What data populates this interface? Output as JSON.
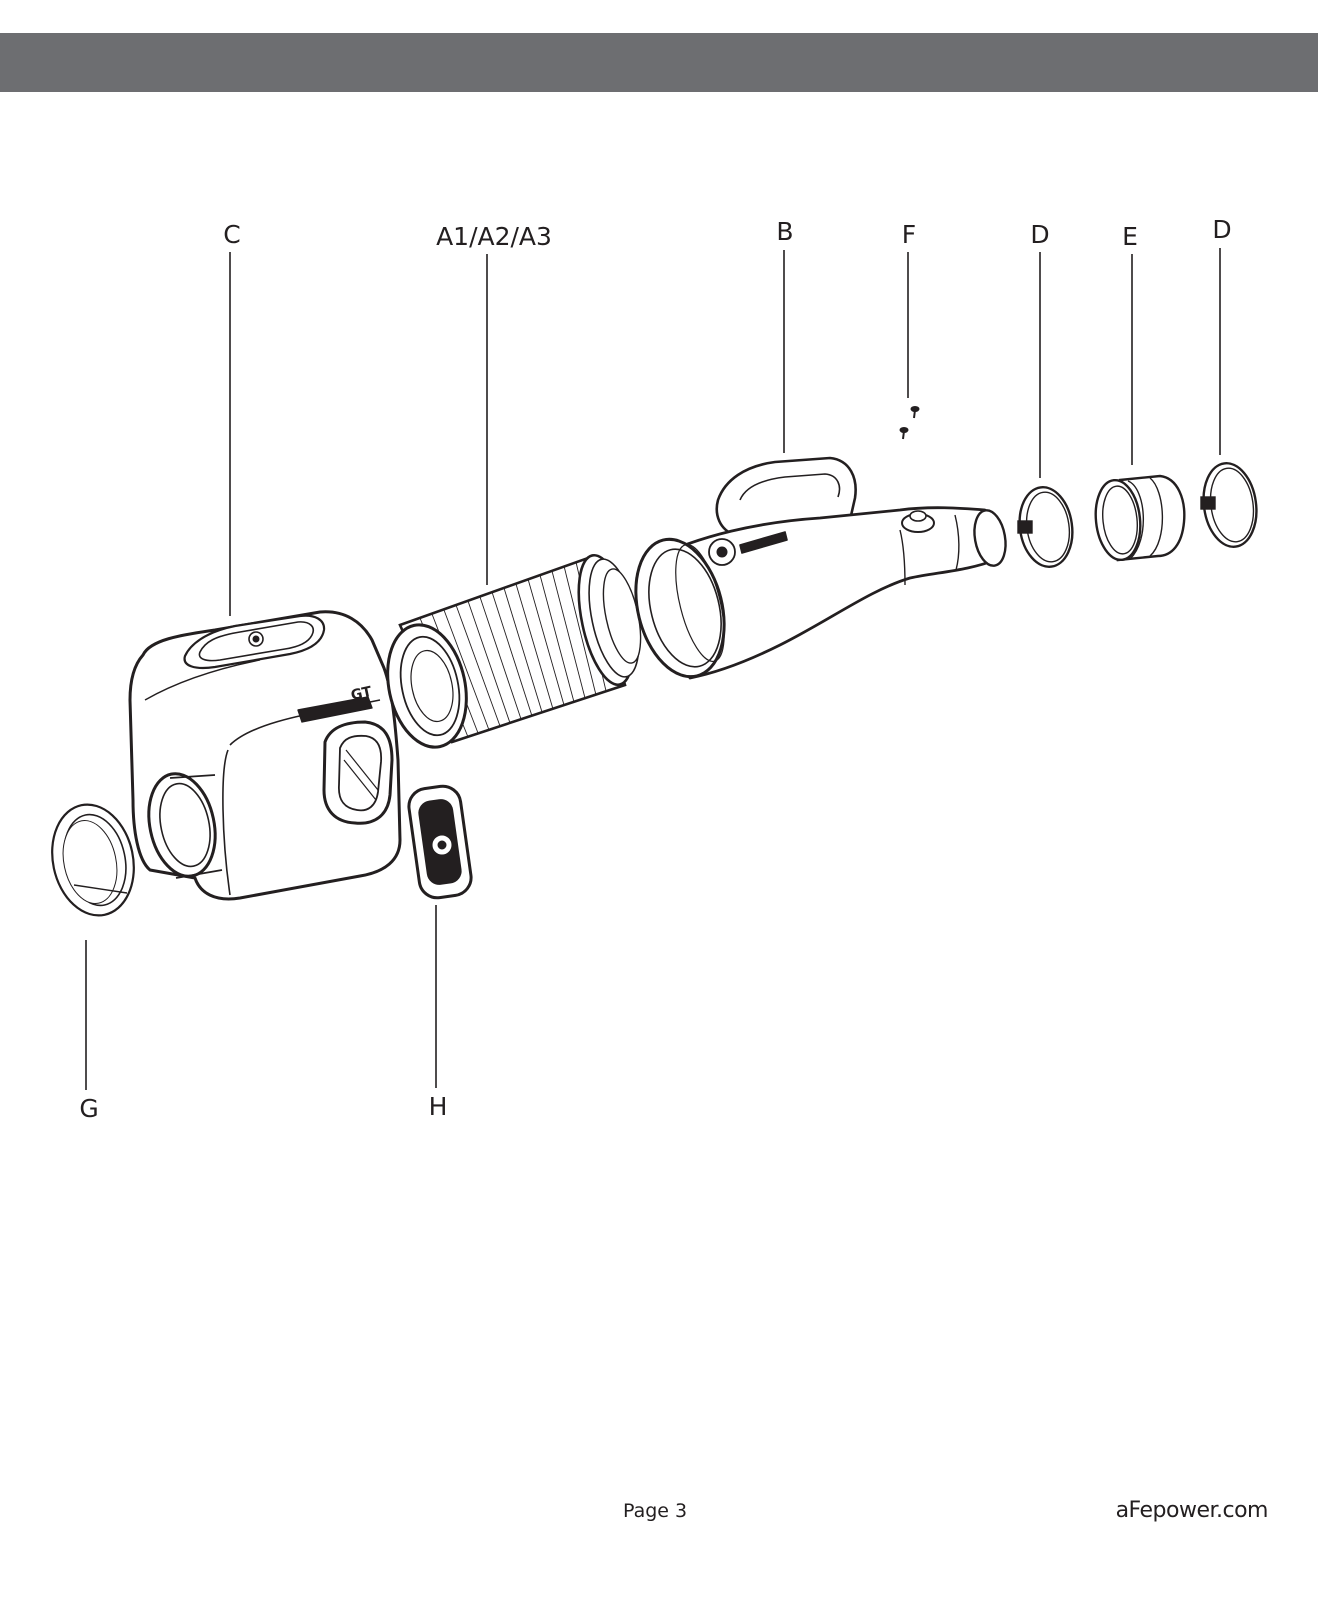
{
  "callouts": {
    "c": "C",
    "a": "A1/A2/A3",
    "b": "B",
    "f": "F",
    "d1": "D",
    "e": "E",
    "d2": "D",
    "g": "G",
    "h": "H"
  },
  "footer": {
    "page": "Page 3",
    "site": "aFepower.com"
  },
  "colors": {
    "header_bar": "#6d6e71",
    "line_art": "#231f20"
  }
}
